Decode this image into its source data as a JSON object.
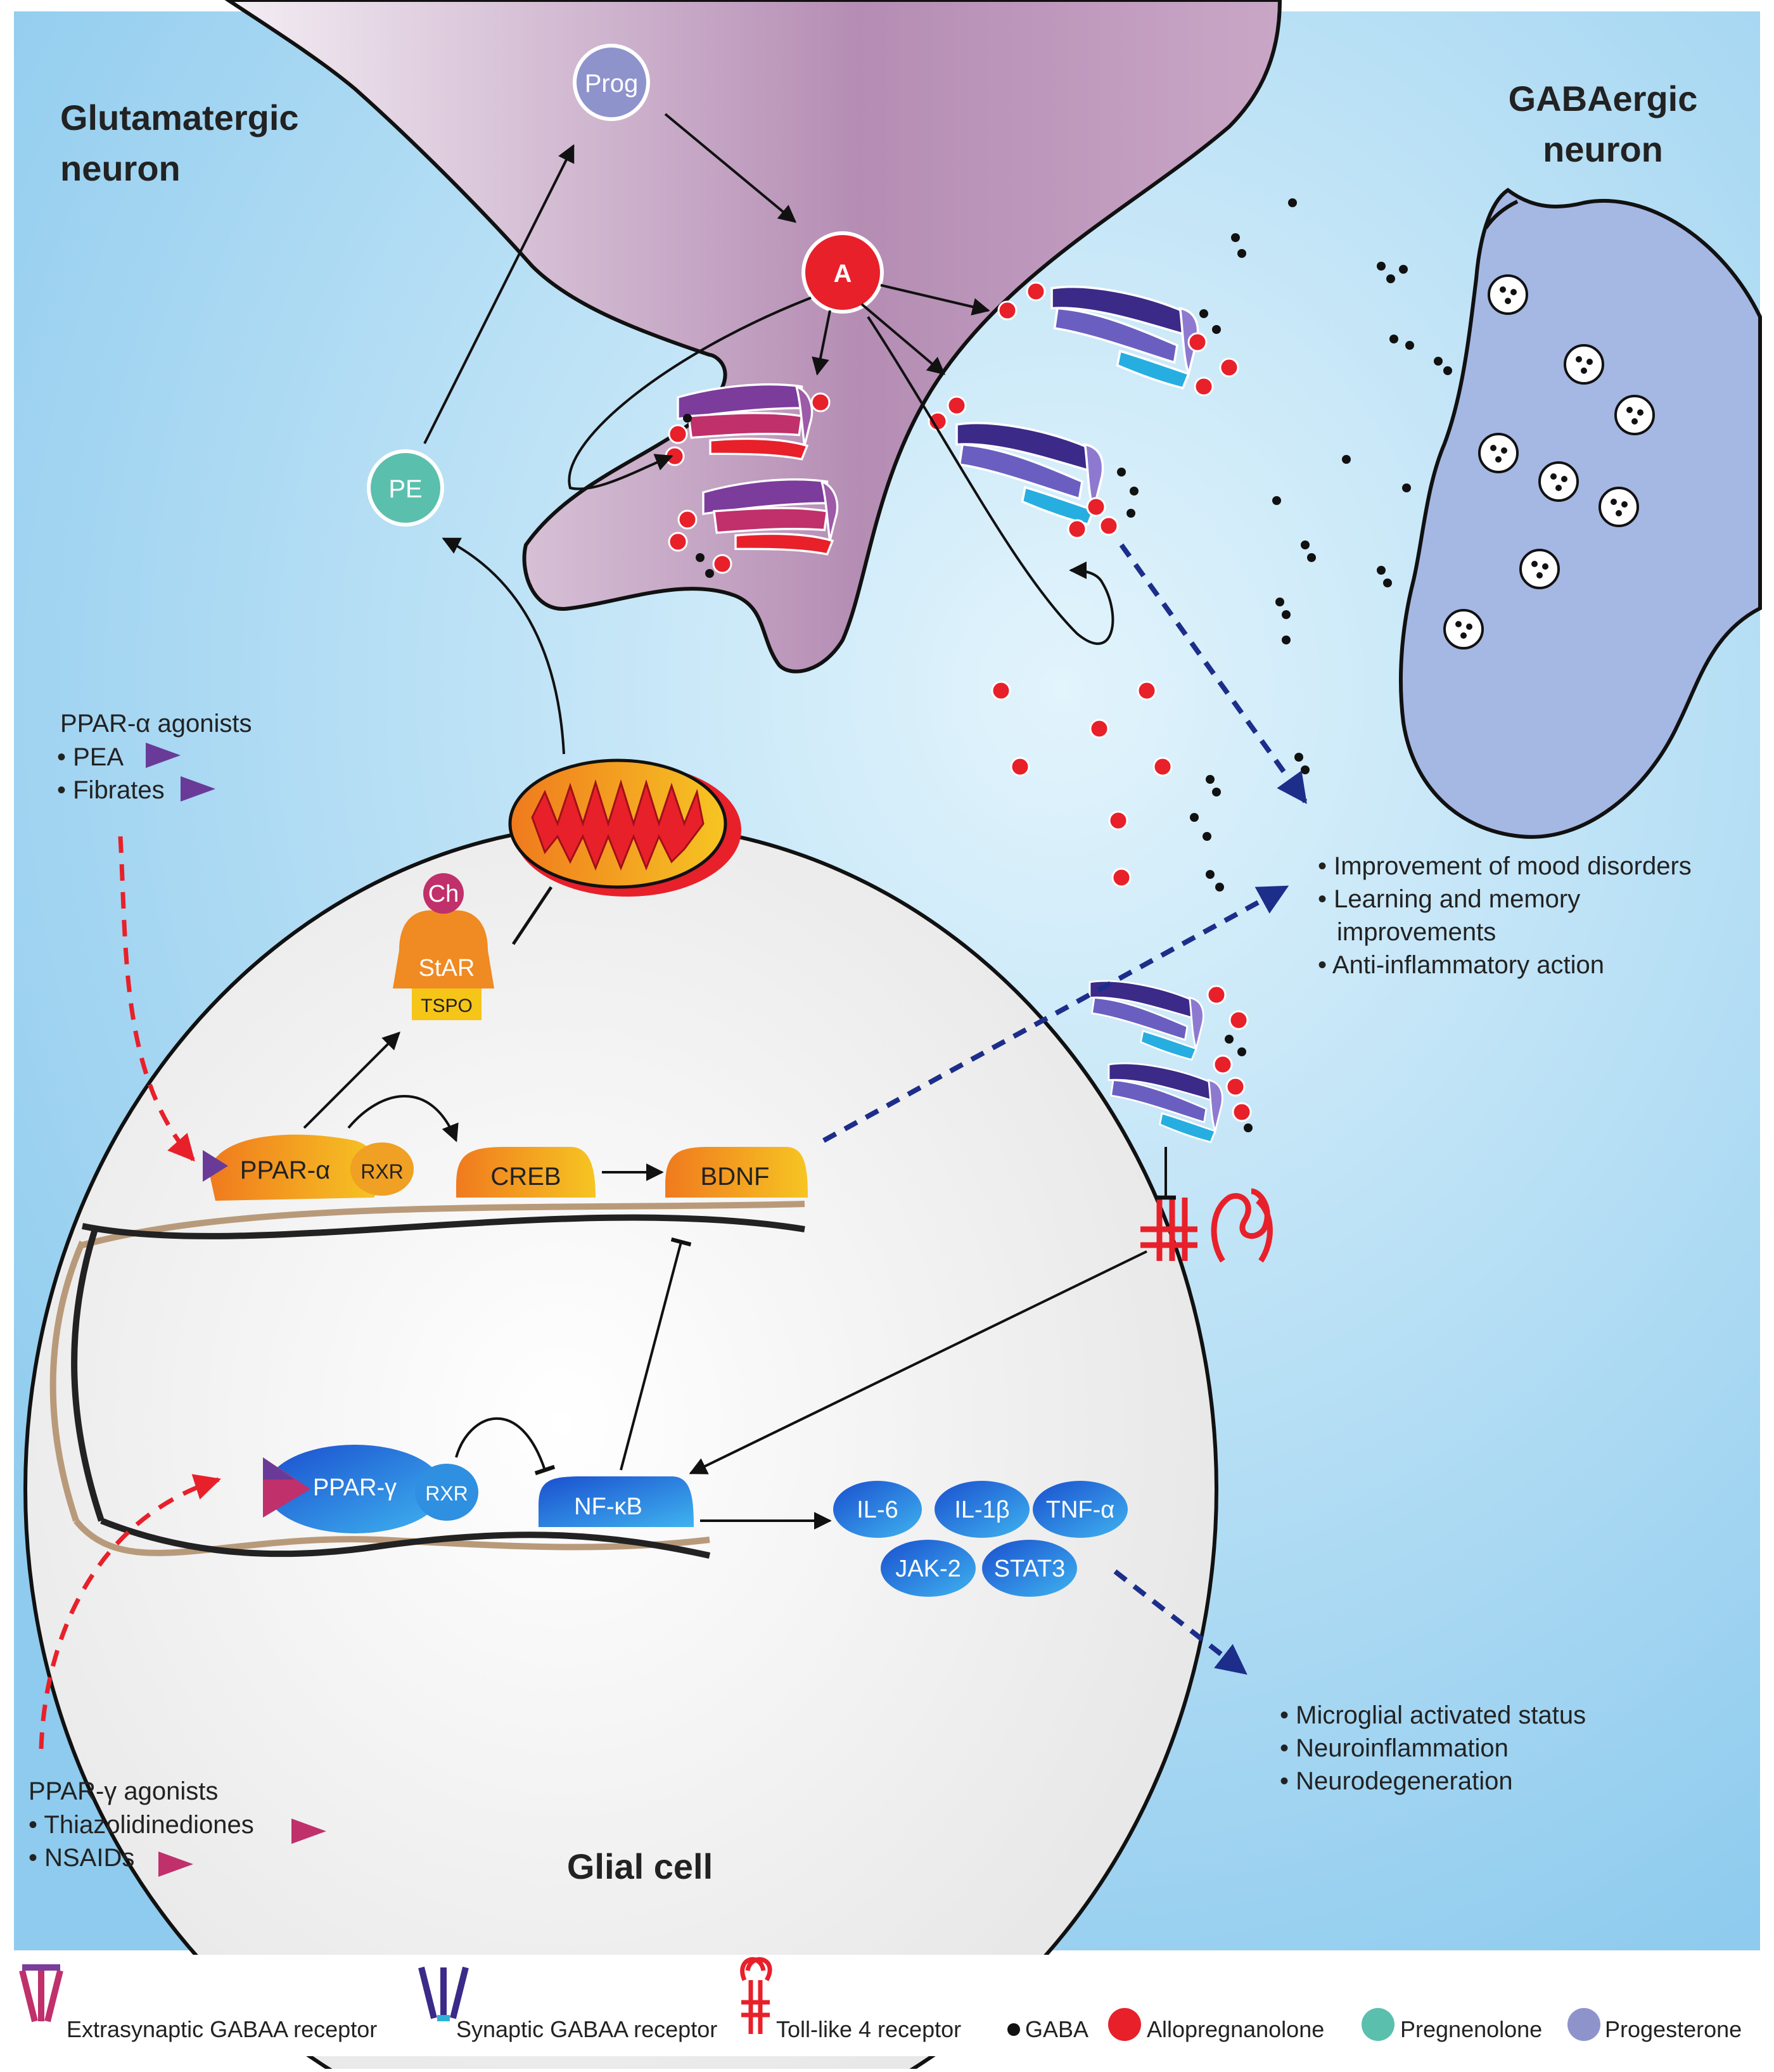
{
  "cells": {
    "glutamatergic": [
      "Glutamatergic",
      "neuron"
    ],
    "gabaergic": [
      "GABAergic",
      "neuron"
    ],
    "glial": "Glial cell"
  },
  "molecules": {
    "prog": "Prog",
    "allo": "A",
    "pe": "PE"
  },
  "proteins": {
    "ch": "Ch",
    "star": "StAR",
    "tspo": "TSPO",
    "ppar_alpha": "PPAR-α",
    "rxr": "RXR",
    "creb": "CREB",
    "bdnf": "BDNF",
    "ppar_gamma": "PPAR-γ",
    "nfkb": "NF-κB",
    "il6": "IL-6",
    "il1b": "IL-1β",
    "tnfa": "TNF-α",
    "jak2": "JAK-2",
    "stat3": "STAT3"
  },
  "agonists": {
    "ppar_alpha": {
      "title": "PPAR-α agonists",
      "items": [
        "• PEA",
        "• Fibrates"
      ]
    },
    "ppar_gamma": {
      "title": "PPAR-γ agonists",
      "items": [
        "• Thiazolidinediones",
        "• NSAIDs"
      ]
    }
  },
  "outcomes": {
    "positive": [
      "• Improvement of mood disorders",
      "• Learning and memory",
      "improvements",
      "• Anti-inflammatory action"
    ],
    "negative": [
      "• Microglial activated status",
      "• Neuroinflammation",
      "• Neurodegeneration"
    ]
  },
  "legend": [
    {
      "label": "Extrasynaptic GABAA receptor",
      "icon": "extrasynaptic-receptor-icon"
    },
    {
      "label": "Synaptic GABAA receptor",
      "icon": "synaptic-receptor-icon"
    },
    {
      "label": "Toll-like 4 receptor",
      "icon": "tlr4-icon"
    },
    {
      "label": "GABA",
      "icon": "gaba-dot-icon"
    },
    {
      "label": "Allopregnanolone",
      "icon": "allopregnanolone-icon",
      "color": "#e8202a"
    },
    {
      "label": "Pregnenolone",
      "icon": "pregnenolone-icon",
      "color": "#5bbfae"
    },
    {
      "label": "Progesterone",
      "icon": "progesterone-icon",
      "color": "#8f93cc"
    }
  ],
  "colors": {
    "background": "#9fd4f0",
    "neuron": "#c9a6c6",
    "gaba_neuron": "#a5b7e3",
    "glial": "#eeeeee",
    "orange": "#f08a22",
    "yellow": "#f5c518",
    "blue": "#1c6fd6",
    "red": "#e8202a",
    "purple": "#6a3a98",
    "magenta": "#c0306b",
    "cyan": "#2eb1d8"
  }
}
